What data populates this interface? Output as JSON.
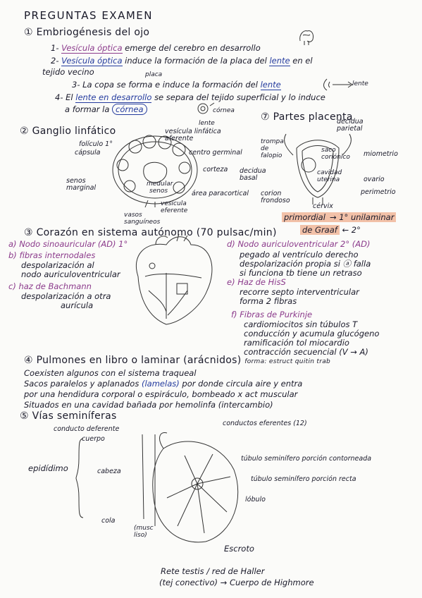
{
  "title": "PREGUNTAS EXAMEN",
  "s1": {
    "heading": "① Embriogénesis del ojo",
    "l1_num": "1-",
    "l1_term": "Vesícula óptica",
    "l1_rest": "emerge del cerebro en desarrollo",
    "l2_num": "2-",
    "l2_term": "Vesícula óptica",
    "l2_mid": "induce la formación de la placa del",
    "l2_lente": "lente",
    "l2_end": "en el",
    "l2_cont": "tejido vecino",
    "l3": "3- La copa se forma e induce la formación del",
    "l3_lente": "lente",
    "l4_num": "4- El",
    "l4_term": "lente en desarrollo",
    "l4_rest": "se separa del tejido superficial y lo induce",
    "l4_cont": "a formar la",
    "l4_cornea": "córnea",
    "lbl_placa": "placa",
    "lbl_lente1": "lente",
    "lbl_cornea": "córnea",
    "lbl_lente2": "lente"
  },
  "s2": {
    "heading": "② Ganglio linfático",
    "lbl_vesicula": "vesícula linfática aferente",
    "lbl_folic": "folículo 1°",
    "lbl_capsula": "cápsula",
    "lbl_centro": "centro germinal",
    "lbl_corteza": "corteza",
    "lbl_senos": "senos marginal",
    "lbl_medular": "medular",
    "lbl_senos_med": "senos",
    "lbl_paracort": "área paracortical",
    "lbl_eferente": "vesícula eferente",
    "lbl_vasos": "vasos sanguíneos"
  },
  "s7": {
    "heading": "⑦ Partes placenta",
    "lbl_decidua_par": "decidua parietal",
    "lbl_trompa": "trompa de falopio",
    "lbl_saco": "saco coriónico",
    "lbl_miometrio": "miometrio",
    "lbl_decidua_basal": "decidua basal",
    "lbl_cavidad": "cavidad uterina",
    "lbl_ovario": "ovario",
    "lbl_corion": "corion frondoso",
    "lbl_perimetrio": "perimetrio",
    "lbl_cervix": "cérvix",
    "primordial": "primordial",
    "arrow1": "→ 1° unilaminar",
    "graaf": "de Graaf",
    "arrow2": "← 2°"
  },
  "s3": {
    "heading": "③ Corazón en sistema autónomo (70 pulsac/min)",
    "a": "a) Nodo sinoauricular (AD) 1°",
    "b": "b) fibras internodales",
    "b2": "despolarización al",
    "b3": "nodo auriculoventricular",
    "c": "c) haz de Bachmann",
    "c2": "despolarización a otra",
    "c3": "aurícula",
    "d": "d) Nodo auriculoventricular 2° (AD)",
    "d2": "pegado al ventrículo derecho",
    "d3": "despolarización propia si ⓐ falla",
    "d4": "si funciona tb tiene un retraso",
    "e": "e) Haz de HisS",
    "e2": "recorre septo interventricular",
    "e3": "forma 2 fibras",
    "f": "f) Fibras de Purkinje",
    "f2": "cardiomiocitos sin túbulos T",
    "f3": "conducción y acumula glucógeno",
    "f4": "ramificación tol miocardio",
    "f5": "contracción secuencial (V → A)"
  },
  "s4": {
    "heading": "④ Pulmones en libro o laminar (arácnidos)",
    "head_end": "forma: estruct quitin trab",
    "l1": "Coexisten algunos con el sistema traqueal",
    "l2a": "Sacos paralelos y aplanados",
    "l2b": "(lamelas)",
    "l2c": "por donde circula aire y entra",
    "l3": "por una hendidura corporal o espiráculo, bombeado x act muscular",
    "l4": "Situados en una cavidad bañada por hemolinfa (intercambio)"
  },
  "s5": {
    "heading": "⑤ Vías seminíferas",
    "lbl_conducto": "conducto deferente",
    "lbl_cuerpo": "cuerpo",
    "lbl_epididimo": "epidídimo",
    "lbl_cabeza": "cabeza",
    "lbl_cola": "cola",
    "lbl_musc": "(musc liso)",
    "lbl_eferentes": "conductos eferentes (12)",
    "lbl_contorneado": "túbulo seminífero porción contorneada",
    "lbl_recta": "túbulo seminífero porción recta",
    "lbl_lobulo": "lóbulo",
    "lbl_escroto": "Escroto",
    "lbl_rete": "Rete testis / red de Haller",
    "lbl_tej": "(tej conectivo)",
    "lbl_highmore": "→ Cuerpo de Highmore"
  }
}
